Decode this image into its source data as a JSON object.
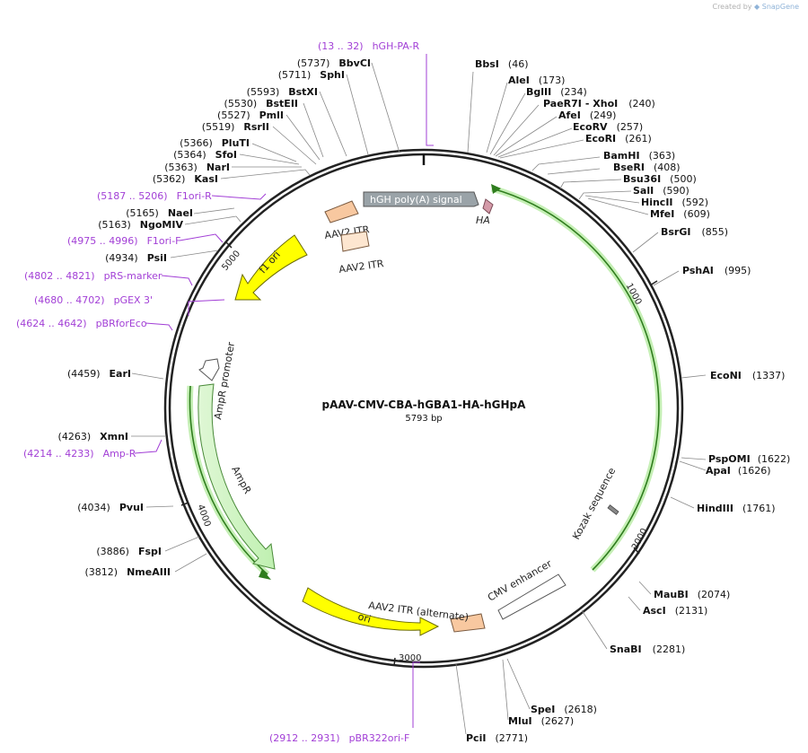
{
  "credit": {
    "created_by": "Created by",
    "brand": "SnapGene"
  },
  "plasmid": {
    "name": "pAAV-CMV-CBA-hGBA1-HA-hGHpA",
    "length": "5793 bp"
  },
  "colors": {
    "primer": "#a23fd6",
    "backbone": "#222222",
    "cds_green": "#9be07a",
    "ori_yellow": "#ffff00",
    "itr_orange": "#f8c8a0"
  },
  "ticks": [
    "1000",
    "2000",
    "3000",
    "4000",
    "5000"
  ],
  "sites": [
    {
      "name": "BbsI",
      "pos": "(46)"
    },
    {
      "name": "AleI",
      "pos": "(173)"
    },
    {
      "name": "BglII",
      "pos": "(234)"
    },
    {
      "name": "PaeR7I",
      "pos": "- XhoI",
      "extra": "(240)"
    },
    {
      "name": "AfeI",
      "pos": "(249)"
    },
    {
      "name": "EcoRV",
      "pos": "(257)"
    },
    {
      "name": "EcoRI",
      "pos": "(261)"
    },
    {
      "name": "BamHI",
      "pos": "(363)"
    },
    {
      "name": "BseRI",
      "pos": "(408)"
    },
    {
      "name": "Bsu36I",
      "pos": "(500)"
    },
    {
      "name": "SalI",
      "pos": "(590)"
    },
    {
      "name": "HincII",
      "pos": "(592)"
    },
    {
      "name": "MfeI",
      "pos": "(609)"
    },
    {
      "name": "BsrGI",
      "pos": "(855)"
    },
    {
      "name": "PshAI",
      "pos": "(995)"
    },
    {
      "name": "EcoNI",
      "pos": "(1337)"
    },
    {
      "name": "PspOMI",
      "pos": "(1622)"
    },
    {
      "name": "ApaI",
      "pos": "(1626)"
    },
    {
      "name": "HindIII",
      "pos": "(1761)"
    },
    {
      "name": "MauBI",
      "pos": "(2074)"
    },
    {
      "name": "AscI",
      "pos": "(2131)"
    },
    {
      "name": "SnaBI",
      "pos": "(2281)"
    },
    {
      "name": "SpeI",
      "pos": "(2618)"
    },
    {
      "name": "MluI",
      "pos": "(2627)"
    },
    {
      "name": "PciI",
      "pos": "(2771)"
    },
    {
      "name": "NmeAIII",
      "pos": "(3812)"
    },
    {
      "name": "FspI",
      "pos": "(3886)"
    },
    {
      "name": "PvuI",
      "pos": "(4034)"
    },
    {
      "name": "XmnI",
      "pos": "(4263)"
    },
    {
      "name": "EarI",
      "pos": "(4459)"
    },
    {
      "name": "PsiI",
      "pos": "(4934)"
    },
    {
      "name": "NgoMIV",
      "pos": "(5163)"
    },
    {
      "name": "NaeI",
      "pos": "(5165)"
    },
    {
      "name": "KasI",
      "pos": "(5362)"
    },
    {
      "name": "NarI",
      "pos": "(5363)"
    },
    {
      "name": "SfoI",
      "pos": "(5364)"
    },
    {
      "name": "PluTI",
      "pos": "(5366)"
    },
    {
      "name": "RsrII",
      "pos": "(5519)"
    },
    {
      "name": "PmlI",
      "pos": "(5527)"
    },
    {
      "name": "BstEII",
      "pos": "(5530)"
    },
    {
      "name": "BstXI",
      "pos": "(5593)"
    },
    {
      "name": "SphI",
      "pos": "(5711)"
    },
    {
      "name": "BbvCI",
      "pos": "(5737)"
    }
  ],
  "primers": [
    {
      "range": "(13 .. 32)",
      "name": "hGH-PA-R"
    },
    {
      "range": "(5187 .. 5206)",
      "name": "F1ori-R"
    },
    {
      "range": "(4975 .. 4996)",
      "name": "F1ori-F"
    },
    {
      "range": "(4802 .. 4821)",
      "name": "pRS-marker"
    },
    {
      "range": "(4680 .. 4702)",
      "name": "pGEX 3'"
    },
    {
      "range": "(4624 .. 4642)",
      "name": "pBRforEco"
    },
    {
      "range": "(4214 .. 4233)",
      "name": "Amp-R"
    },
    {
      "range": "(2912 .. 2931)",
      "name": "pBR322ori-F"
    }
  ],
  "features": {
    "hgh_polya": "hGH poly(A) signal",
    "ha": "HA",
    "itr1": "AAV2 ITR",
    "itr2": "AAV2 ITR",
    "f1_ori": "f1 ori",
    "ampr_promoter": "AmpR promoter",
    "ampr": "AmpR",
    "ori": "ori",
    "itr_alt": "AAV2 ITR (alternate)",
    "cmv": "CMV enhancer",
    "kozak": "Kozak sequence"
  }
}
